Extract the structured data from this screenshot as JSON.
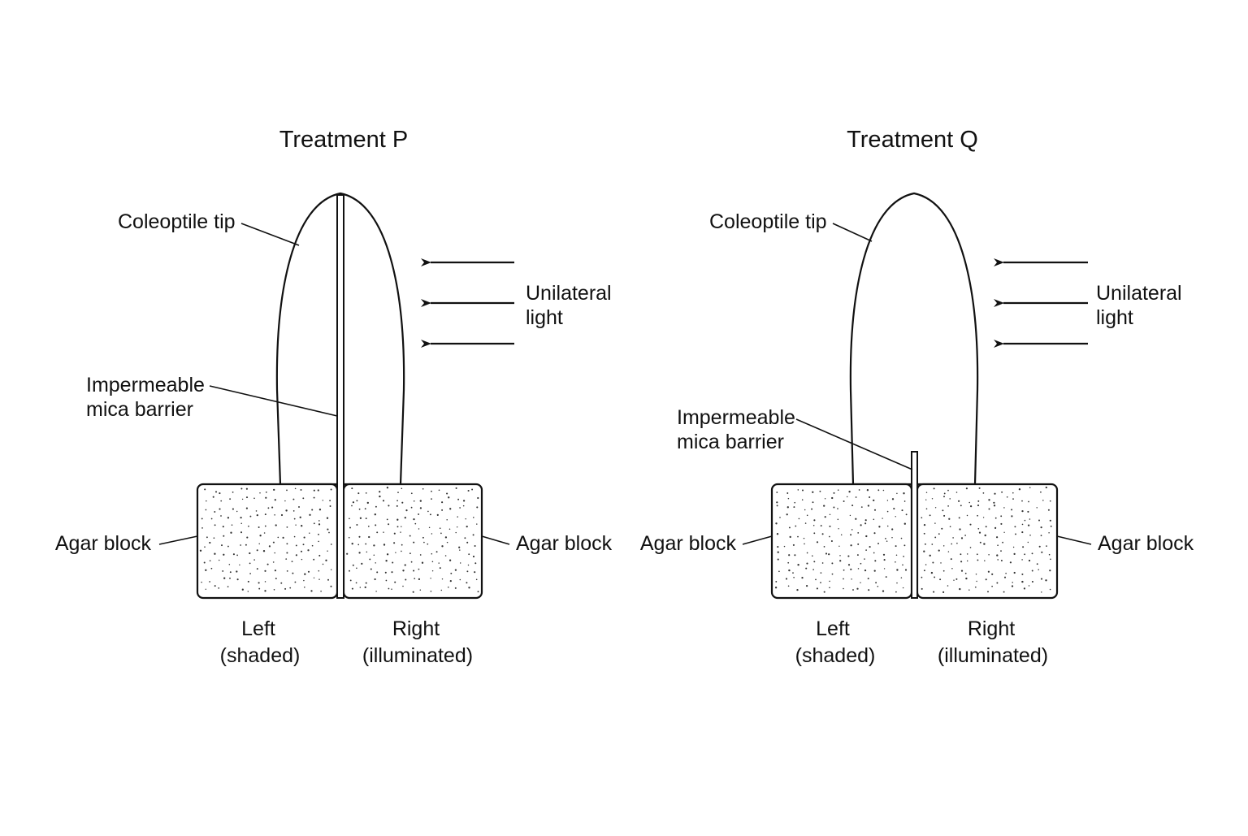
{
  "panels": [
    {
      "id": "p",
      "title": "Treatment P",
      "tip_label": "Coleoptile tip",
      "light_label_line1": "Unilateral",
      "light_label_line2": "light",
      "barrier_label_line1": "Impermeable",
      "barrier_label_line2": "mica barrier",
      "agar_left_label": "Agar block",
      "agar_right_label": "Agar block",
      "left_line1": "Left",
      "left_line2": "(shaded)",
      "right_line1": "Right",
      "right_line2": "(illuminated)"
    },
    {
      "id": "q",
      "title": "Treatment Q",
      "tip_label": "Coleoptile tip",
      "light_label_line1": "Unilateral",
      "light_label_line2": "light",
      "barrier_label_line1": "Impermeable",
      "barrier_label_line2": "mica barrier",
      "agar_left_label": "Agar block",
      "agar_right_label": "Agar block",
      "left_line1": "Left",
      "left_line2": "(shaded)",
      "right_line1": "Right",
      "right_line2": "(illuminated)"
    }
  ],
  "colors": {
    "line": "#111111",
    "background": "#ffffff",
    "stipple": "#333333"
  },
  "icons": {
    "light_arrows": "arrow-left-icon"
  }
}
